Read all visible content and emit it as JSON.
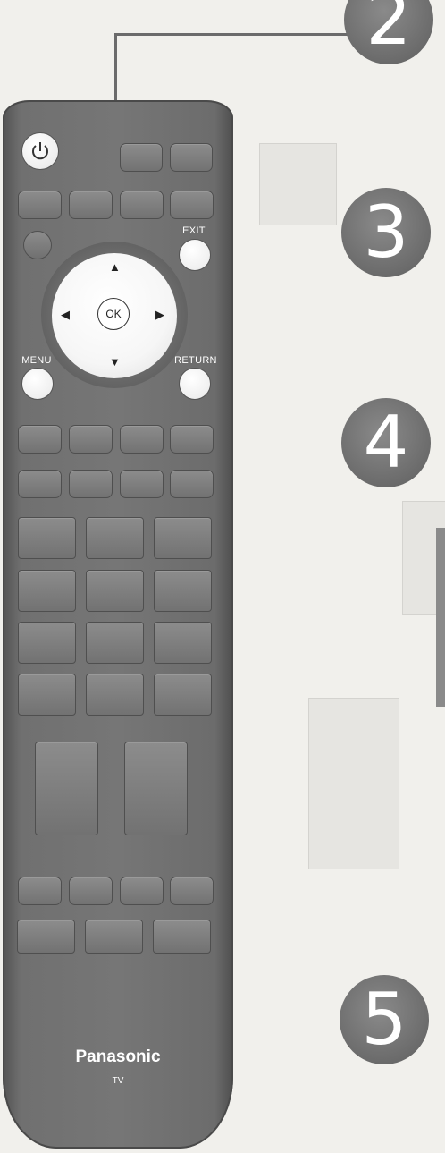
{
  "steps": {
    "step2": "2",
    "step3": "3",
    "step4": "4",
    "step5": "5"
  },
  "remote": {
    "power_icon": "power-icon",
    "exit_label": "EXIT",
    "menu_label": "MENU",
    "return_label": "RETURN",
    "ok_label": "OK",
    "arrows": {
      "up": "▲",
      "down": "▼",
      "left": "◀",
      "right": "▶"
    },
    "brand": "Panasonic",
    "subbrand": "TV"
  },
  "colors": {
    "remote_body": "#767676",
    "button": "#7f7f7f",
    "step_circle": "#6b6b6b",
    "background": "#f1f0ec"
  }
}
